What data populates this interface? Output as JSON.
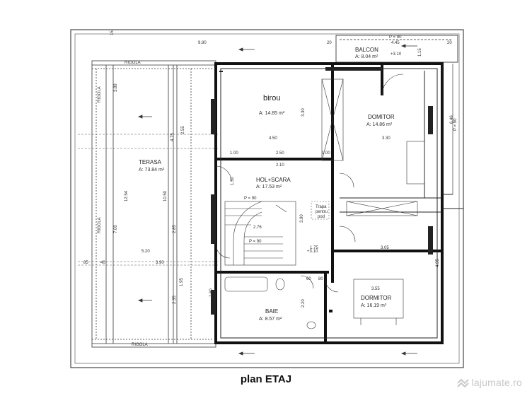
{
  "caption": "plan ETAJ",
  "watermark": "lajumate.ro",
  "rooms": {
    "balcon": {
      "name": "BALCON",
      "area": "A: 8.04 m²",
      "level": "+3.10"
    },
    "birou": {
      "name": "birou",
      "area": "A: 14.85 m²"
    },
    "dormitor1": {
      "name": "DOMITOR",
      "area": "A: 14.86 m²"
    },
    "terasa": {
      "name": "TERASA",
      "area": "A: 73.84 m²"
    },
    "hol": {
      "name": "HOL+SCARA",
      "area": "A: 17.53 m²"
    },
    "baie": {
      "name": "BAIE",
      "area": "A: 8.57 m²"
    },
    "dormitor2": {
      "name": "DORMITOR",
      "area": "A: 16.19 m²"
    }
  },
  "labels": {
    "rigola_top": "RIGOLA",
    "rigola_bottom": "RIGOLA",
    "rigola_left": "RIGOLA",
    "rigola_left2": "RIGOLA",
    "trapa": "Trapa",
    "trapa2": "pentru",
    "trapa3": "pod",
    "level_hol": "+3.10",
    "p90_1": "P = 90",
    "p90_2": "P = 90",
    "p90_3": "P = 90",
    "p90_4": "P = 90"
  },
  "dims": {
    "d980": "9.80",
    "d20a": "20",
    "d15a": "15",
    "d445": "4.45",
    "d20b": "20",
    "d389": "3.89",
    "d475": "4.75",
    "d1254": "12.54",
    "d700": "7.00",
    "d1050": "10.50",
    "d285": "2.85",
    "d235": "2.35",
    "d195": "1.95",
    "d450": "4.50",
    "d330a": "3.30",
    "d330b": "3.30",
    "d100a": "1.00",
    "d250": "2.50",
    "d100b": "1.00",
    "d210": "2.10",
    "d520": "5.20",
    "d390": "3.90",
    "d85": "85",
    "d40": "40",
    "d305": "3.05",
    "d175": "1.75",
    "d355": "3.55",
    "d495": "4.95",
    "d646": "6.46",
    "d276": "2.76",
    "d390b": "3.90",
    "d130": "1.30",
    "d220": "2.20",
    "d160": "1.60",
    "d60": "60",
    "d80": "80",
    "d115": "1.15",
    "d255": "2.55"
  }
}
